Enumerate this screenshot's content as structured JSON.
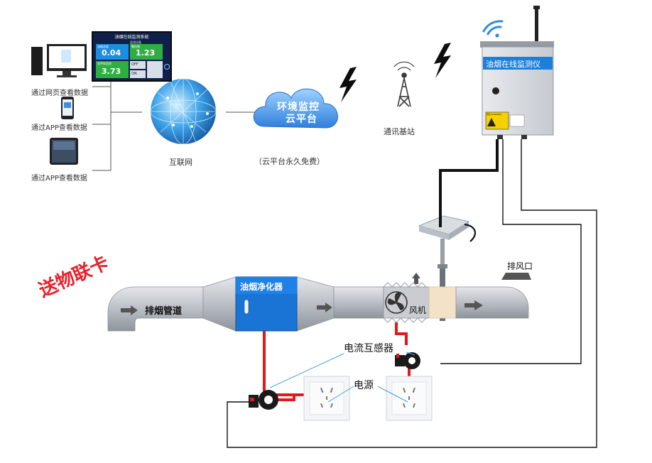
{
  "dashboard": {
    "title": "油烟在线监测系统",
    "subtitle": "监测设备",
    "tile1_caption": "油烟浓度",
    "tile1_value": "0.04",
    "tile2_caption": "颗粒物",
    "tile2_value": "1.23",
    "tile3_caption": "非甲烷总烃",
    "tile3_value": "3.73",
    "status_off": "OFF",
    "status_on": "ON"
  },
  "access": {
    "web": "通过网页查看数据",
    "app1": "通过APP查看数据",
    "app2": "通过APP查看数据"
  },
  "internet_label": "互联网",
  "cloud": {
    "line1": "环境监控",
    "line2": "云平台",
    "note": "（云平台永久免费）"
  },
  "base_station_label": "通讯基站",
  "monitor": {
    "label": "油烟在线监测仪",
    "warning": "警告 WARNING"
  },
  "iot_card_label": "送物联卡",
  "duct": {
    "pipe_label": "排烟管道",
    "purifier_label": "油烟净化器",
    "fan_label": "风机",
    "exhaust_label": "排风口"
  },
  "ct_label": "电流互感器",
  "power_label": "电源",
  "colors": {
    "wire_red": "#e01a1a",
    "wire_black": "#111111",
    "duct_gray": "#b8bcc2",
    "purifier_blue": "#1a74d6",
    "callout_blue": "#3aa0e8",
    "iot_red": "#e8202a",
    "cloud_blue": "#3b8ee6"
  }
}
